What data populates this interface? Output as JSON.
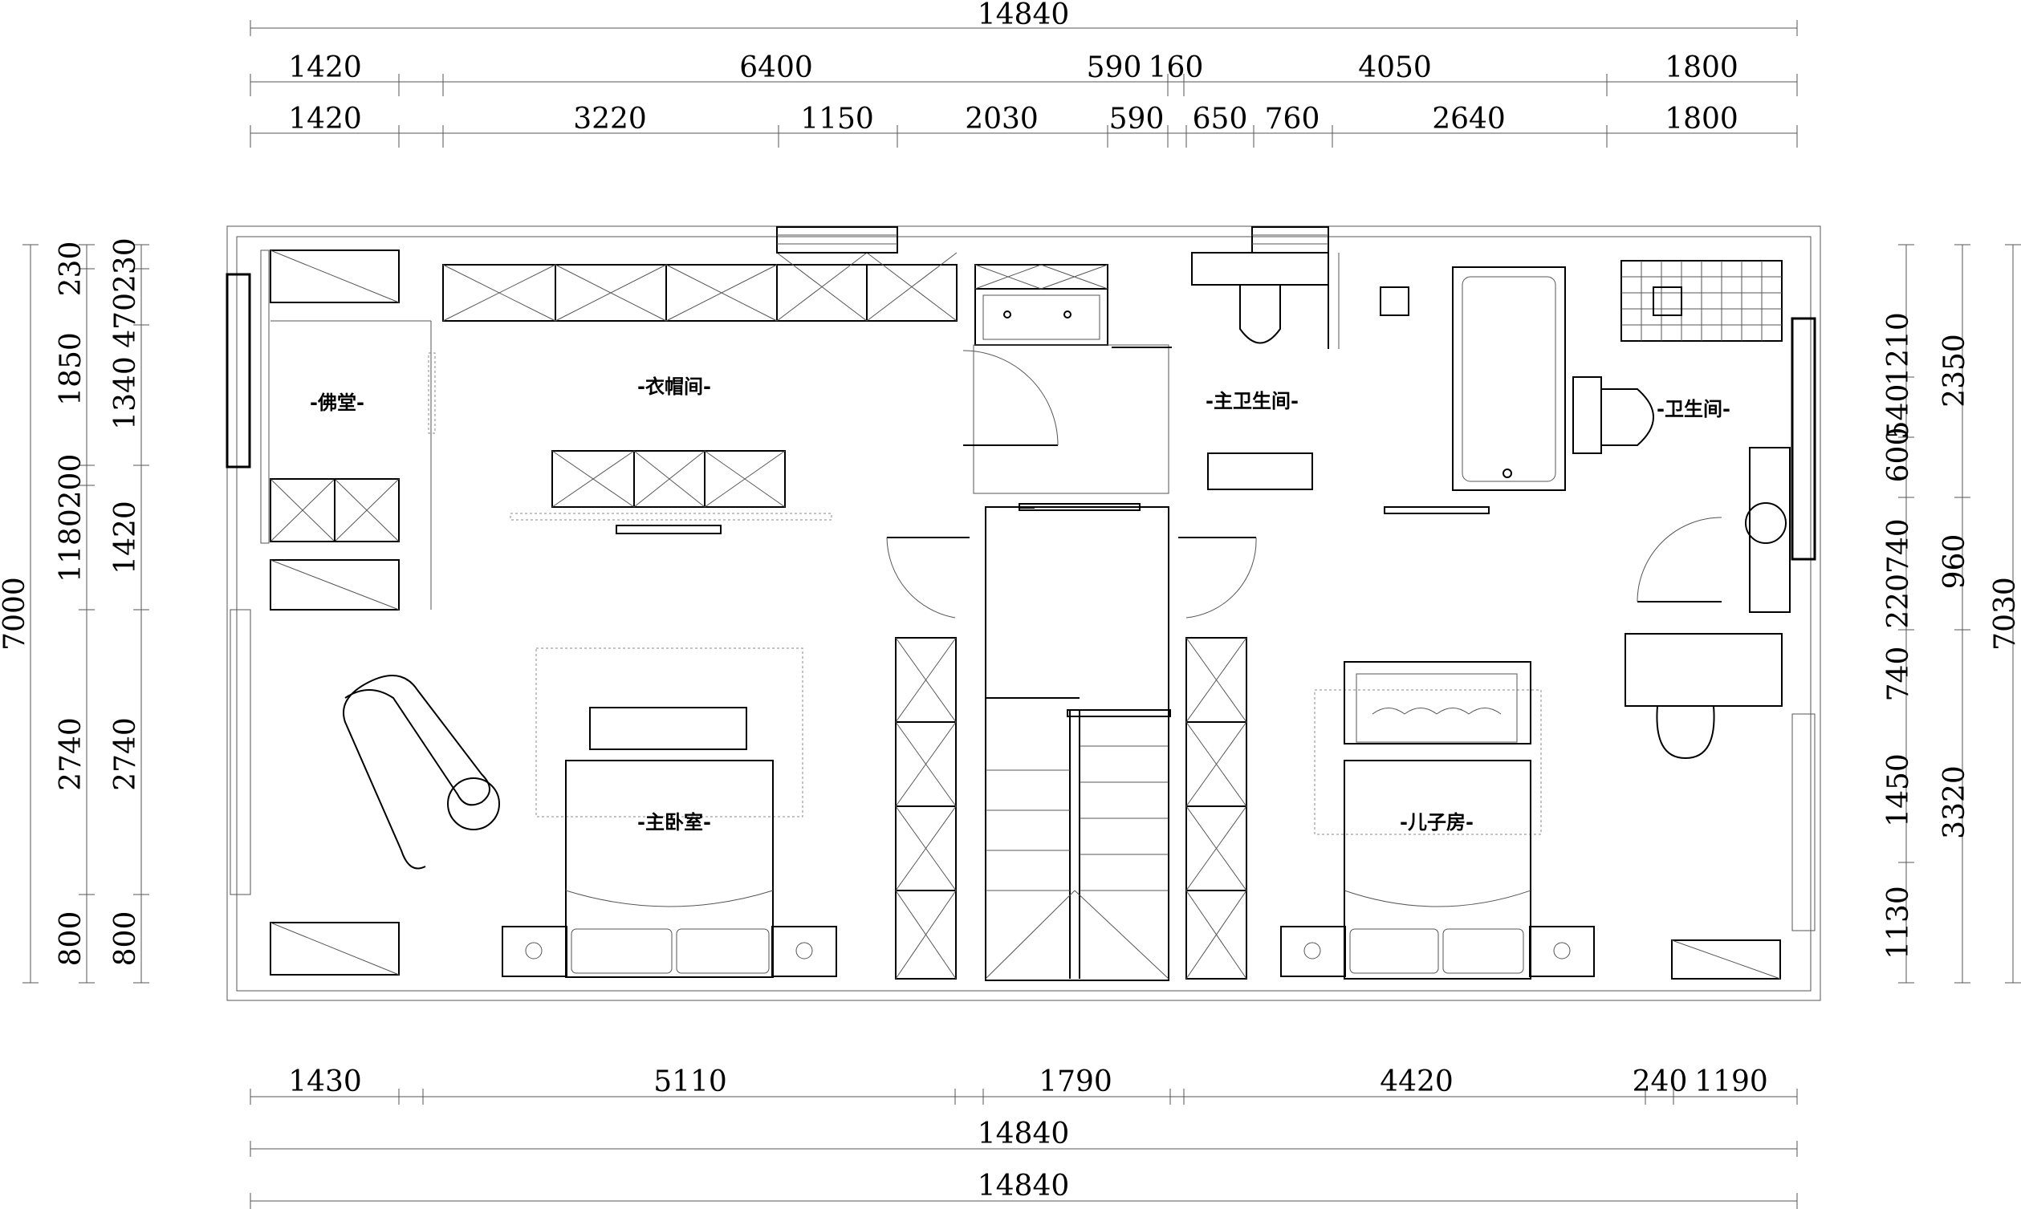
{
  "rooms": {
    "buddha_hall": "-佛堂-",
    "cloakroom": "-衣帽间-",
    "master_bath": "-主卫生间-",
    "bath": "-卫生间-",
    "master_bedroom": "-主卧室-",
    "son_room": "-儿子房-"
  },
  "dims": {
    "top_total": "14840",
    "top_r1": [
      "1420",
      "6400",
      "590",
      "160",
      "4050",
      "1800"
    ],
    "top_r2": [
      "1420",
      "3220",
      "1150",
      "2030",
      "590",
      "650",
      "760",
      "2640",
      "1800"
    ],
    "bottom_r1": [
      "1430",
      "5110",
      "1790",
      "4420",
      "240",
      "1190"
    ],
    "bottom_total_1": "14840",
    "bottom_total_2": "14840",
    "left_outer": "7000",
    "left_c1": [
      "230",
      "1850",
      "200",
      "1180",
      "2740",
      "800"
    ],
    "left_c2": [
      "470230",
      "1340",
      "1420",
      "2740",
      "800"
    ],
    "right_c1": [
      "1210",
      "540",
      "600",
      "220740",
      "740",
      "1450",
      "1130"
    ],
    "right_c2": [
      "2350",
      "960",
      "3320"
    ],
    "right_outer": "7030"
  }
}
